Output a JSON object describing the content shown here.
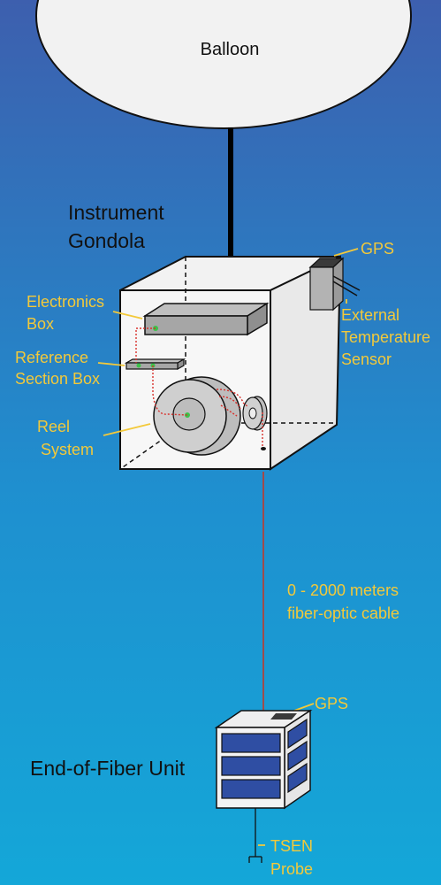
{
  "labels": {
    "balloon": "Balloon",
    "instrument_line1": "Instrument",
    "instrument_line2": "Gondola",
    "gps_top": "GPS",
    "ext_temp_line1": "External",
    "ext_temp_line2": "Temperature",
    "ext_temp_line3": "Sensor",
    "electronics_line1": "Electronics",
    "electronics_line2": "Box",
    "reference_line1": "Reference",
    "reference_line2": "Section Box",
    "reel_line1": "Reel",
    "reel_line2": "System",
    "cable_line1": "0 - 2000 meters",
    "cable_line2": "fiber-optic cable",
    "gps_bottom": "GPS",
    "end_unit": "End-of-Fiber Unit",
    "tsen_line1": "TSEN",
    "tsen_line2": "Probe"
  },
  "colors": {
    "background_top": "#3d5fae",
    "background_bottom": "#14a7d8",
    "label_yellow": "#f3c93a",
    "fiber_red": "#c0392b",
    "panel_blue": "#2f4ea3"
  }
}
